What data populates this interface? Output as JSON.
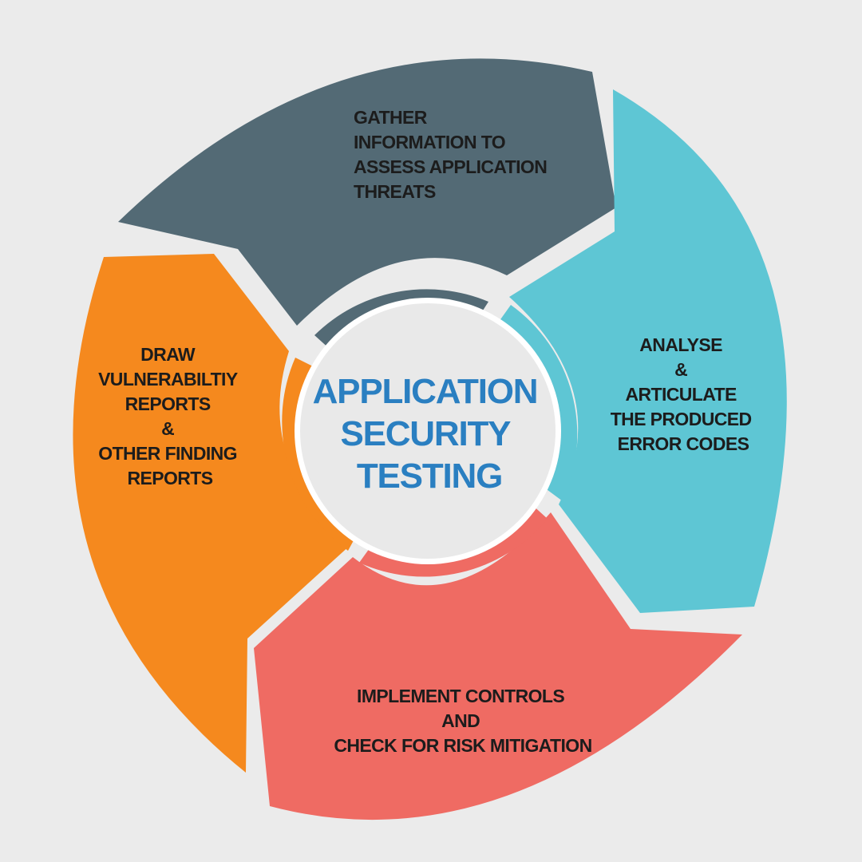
{
  "diagram": {
    "center": {
      "lines": [
        "APPLICATION",
        "SECURITY",
        "TESTING"
      ]
    },
    "segments": [
      {
        "id": "gather",
        "color": "#536a75",
        "lines": [
          "GATHER",
          "INFORMATION TO",
          "ASSESS APPLICATION",
          "THREATS"
        ]
      },
      {
        "id": "analyse",
        "color": "#5ec6d4",
        "lines": [
          "ANALYSE",
          "&",
          "ARTICULATE",
          "THE PRODUCED",
          "ERROR CODES"
        ]
      },
      {
        "id": "implement",
        "color": "#ef6b63",
        "lines": [
          "IMPLEMENT CONTROLS",
          "AND",
          "CHECK  FOR RISK MITIGATION"
        ]
      },
      {
        "id": "draw",
        "color": "#f5891e",
        "lines": [
          "DRAW",
          "VULNERABILTIY",
          "REPORTS",
          "&",
          "OTHER FINDING",
          "REPORTS"
        ]
      }
    ],
    "colors": {
      "background": "#ebebeb",
      "center_fill": "#e9e9e9",
      "center_text": "#2a7fc1",
      "segment_text": "#1c1c1c"
    }
  }
}
